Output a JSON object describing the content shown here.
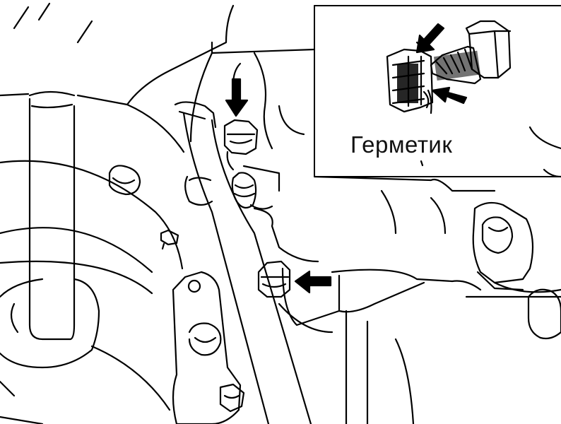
{
  "figure": {
    "inset_label": "Герметик",
    "line_color": "#000000",
    "background_color": "#ffffff",
    "arrows": [
      {
        "name": "upper-bolt-arrow",
        "direction": "down"
      },
      {
        "name": "lower-bolt-arrow",
        "direction": "left"
      },
      {
        "name": "inset-upper-arrow",
        "direction": "down-left"
      },
      {
        "name": "inset-lower-arrow",
        "direction": "up-left"
      }
    ]
  }
}
